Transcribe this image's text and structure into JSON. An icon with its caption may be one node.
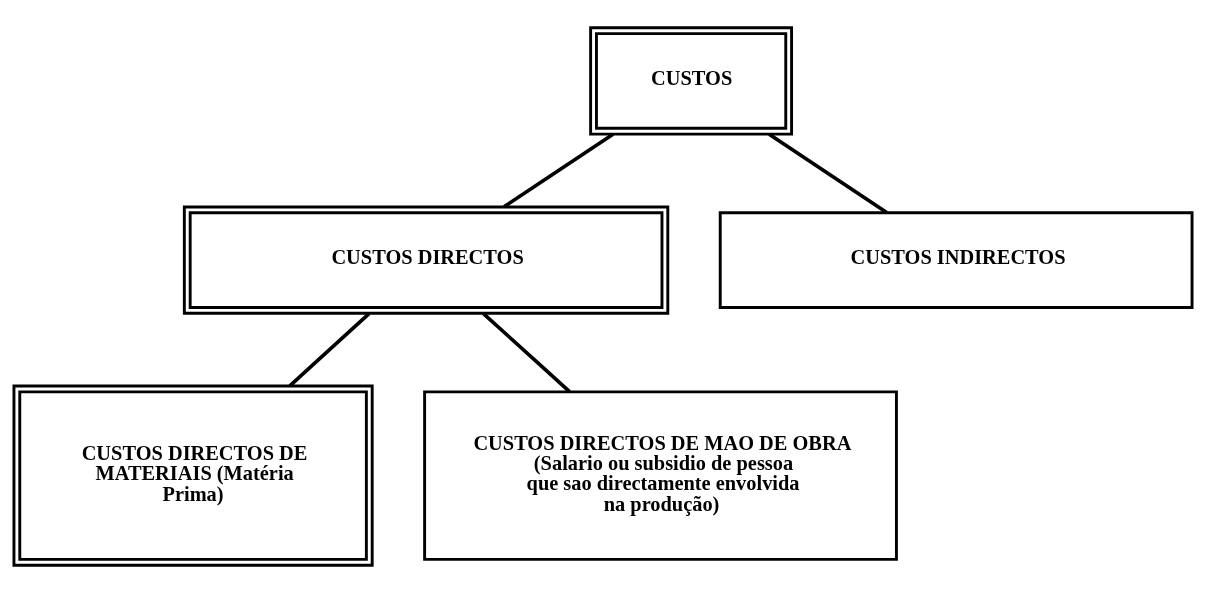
{
  "diagram": {
    "nodes": [
      {
        "text": [
          "CUSTOS"
        ]
      },
      {
        "text": [
          "CUSTOS DIRECTOS"
        ]
      },
      {
        "text": [
          "CUSTOS INDIRECTOS"
        ]
      },
      {
        "text": [
          "CUSTOS DIRECTOS DE MATERIAIS (Matéria Prima)"
        ]
      },
      {
        "text": [
          "CUSTOS DIRECTOS DE MAO DE OBRA (Salario ou subsidio de pessoa que sao directamente envolvida na produção)"
        ]
      }
    ],
    "edges": [
      {
        "from": 0,
        "to": 1,
        "arrow": "none"
      },
      {
        "from": 0,
        "to": 2,
        "arrow": "none"
      },
      {
        "from": 1,
        "to": 3,
        "arrow": "none"
      },
      {
        "from": 1,
        "to": 4,
        "arrow": "none"
      }
    ]
  }
}
